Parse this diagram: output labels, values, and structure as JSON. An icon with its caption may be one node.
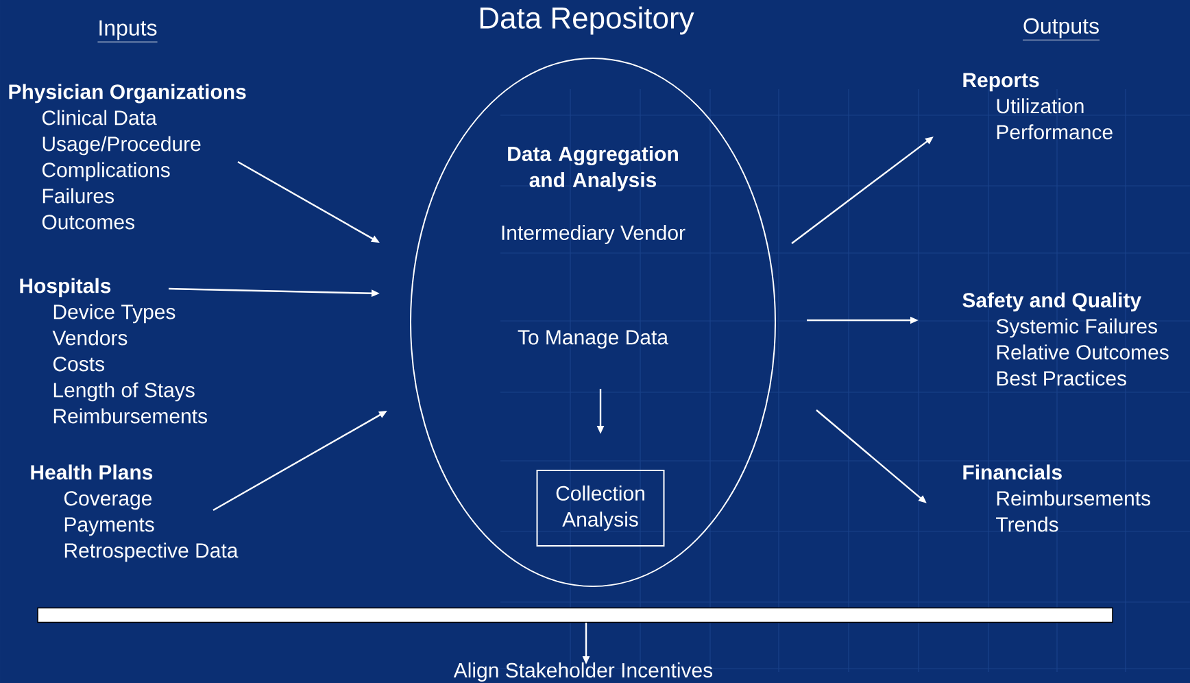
{
  "diagram": {
    "title": "Data Repository",
    "nodes": [
      {
        "text": [
          "Physician Organizations",
          "Clinical Data",
          "Usage/Procedure",
          "Complications",
          "Failures",
          "Outcomes"
        ]
      },
      {
        "text": [
          "Hospitals",
          "Device Types",
          "Vendors",
          "Costs",
          "Length of Stays",
          "Reimbursements"
        ]
      },
      {
        "text": [
          "Health Plans",
          "Coverage",
          "Payments",
          "Retrospective Data"
        ]
      },
      {
        "text": [
          "Data Aggregation and Analysis",
          "Intermediary Vendor"
        ]
      },
      {
        "text": [
          "To Manage Data"
        ],
        "in": 3
      },
      {
        "text": [
          "Collection Analysis"
        ],
        "in": 3
      },
      {
        "text": [
          "Reports",
          "Utilization",
          "Performance"
        ]
      },
      {
        "text": [
          "Safety and Quality",
          "Systemic Failures",
          "Relative Outcomes",
          "Best Practices"
        ]
      },
      {
        "text": [
          "Financials",
          "Reimbursements",
          "Trends"
        ]
      },
      {
        "text": [],
        "shape": "bar"
      },
      {
        "text": [
          "Align Stakeholder Incentives"
        ]
      }
    ],
    "edges": [
      {
        "from": 0,
        "to": 3,
        "arrow": "to"
      },
      {
        "from": 1,
        "to": 3,
        "arrow": "to"
      },
      {
        "from": 2,
        "to": 3,
        "arrow": "to"
      },
      {
        "from": 4,
        "to": 5,
        "arrow": "to"
      },
      {
        "from": 3,
        "to": 6,
        "arrow": "to"
      },
      {
        "from": 3,
        "to": 7,
        "arrow": "to"
      },
      {
        "from": 3,
        "to": 8,
        "arrow": "to"
      },
      {
        "from": 9,
        "to": 10,
        "arrow": "to"
      }
    ],
    "labels": [
      "Inputs",
      "Outputs"
    ]
  }
}
